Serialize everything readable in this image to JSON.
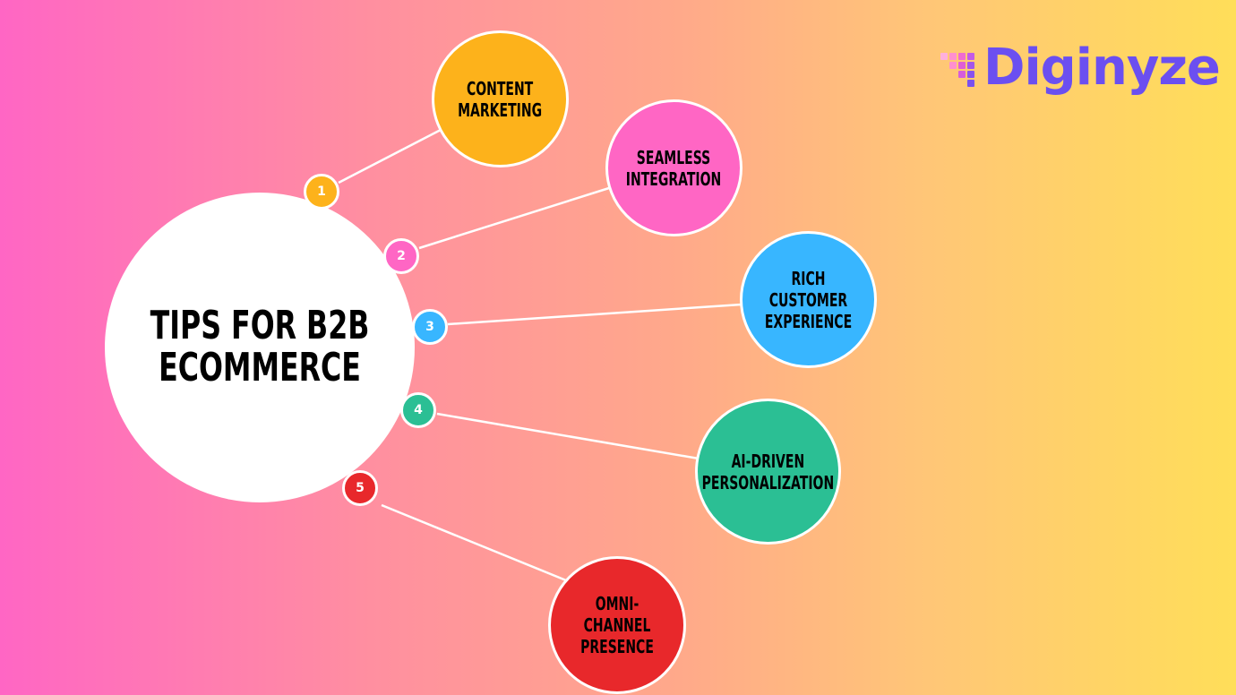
{
  "hub": {
    "title": "TIPS FOR B2B\nECOMMERCE"
  },
  "brand": {
    "name": "Diginyze",
    "color": "#6b4ff0"
  },
  "tips": [
    {
      "number": "1",
      "label": "CONTENT\nMARKETING",
      "color": "#fdb21b"
    },
    {
      "number": "2",
      "label": "SEAMLESS\nINTEGRATION",
      "color": "#ff66c4"
    },
    {
      "number": "3",
      "label": "RICH\nCUSTOMER\nEXPERIENCE",
      "color": "#38b6ff"
    },
    {
      "number": "4",
      "label": "AI-DRIVEN\nPERSONALIZATION",
      "color": "#2bbf94"
    },
    {
      "number": "5",
      "label": "OMNI-CHANNEL\nPRESENCE",
      "color": "#e8282b"
    }
  ]
}
